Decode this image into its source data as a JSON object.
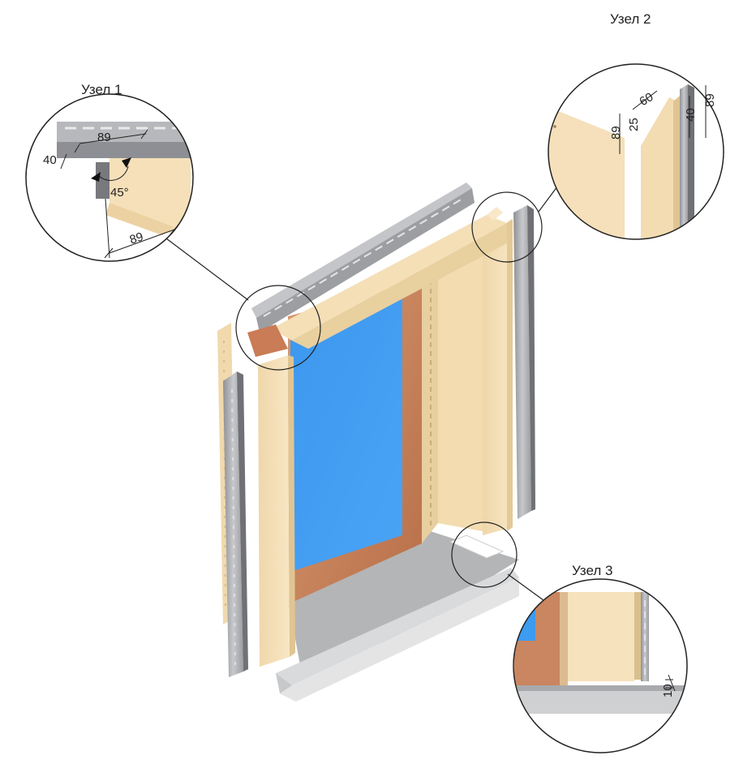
{
  "nodes": {
    "node1": {
      "title": "Узел 1",
      "dims": {
        "top_width": "89",
        "depth": "40",
        "angle": "45°",
        "bottom_width": "89"
      }
    },
    "node2": {
      "title": "Узел 2",
      "dims": {
        "d60": "60",
        "d89_left": "89",
        "d25": "25",
        "d40": "40",
        "d89_right": "89"
      }
    },
    "node3": {
      "title": "Узел 3",
      "dims": {
        "gap": "10"
      }
    }
  },
  "colors": {
    "trim": "#f6e2bd",
    "trim_dark": "#ead19f",
    "metal": "#a9abaf",
    "metal_dark": "#7d7f84",
    "glass": "#3d9bf0",
    "wood": "#c9805a",
    "sill": "#b9babc"
  }
}
